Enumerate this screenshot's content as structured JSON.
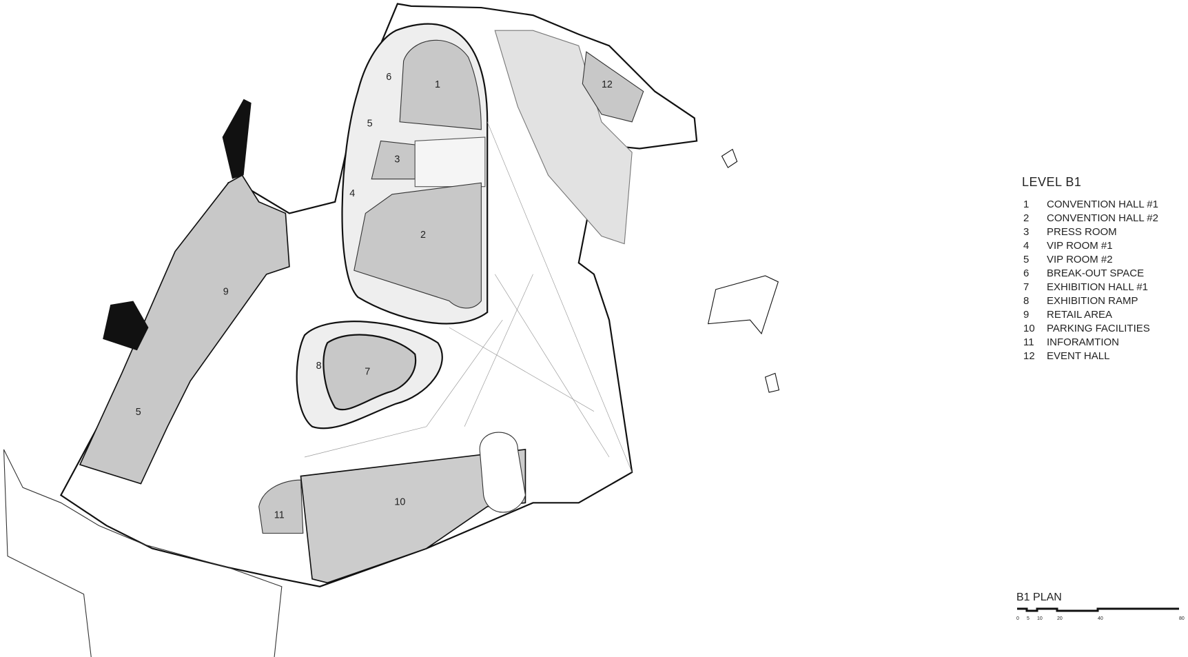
{
  "legend": {
    "title": "LEVEL B1",
    "items": [
      {
        "num": "1",
        "label": "CONVENTION HALL #1"
      },
      {
        "num": "2",
        "label": "CONVENTION HALL #2"
      },
      {
        "num": "3",
        "label": "PRESS ROOM"
      },
      {
        "num": "4",
        "label": "VIP ROOM #1"
      },
      {
        "num": "5",
        "label": "VIP ROOM #2"
      },
      {
        "num": "6",
        "label": "BREAK-OUT SPACE"
      },
      {
        "num": "7",
        "label": "EXHIBITION HALL #1"
      },
      {
        "num": "8",
        "label": "EXHIBITION RAMP"
      },
      {
        "num": "9",
        "label": "RETAIL AREA"
      },
      {
        "num": "10",
        "label": "PARKING FACILITIES"
      },
      {
        "num": "11",
        "label": "INFORAMTION"
      },
      {
        "num": "12",
        "label": "EVENT HALL"
      }
    ]
  },
  "plan_labels": {
    "r1": "1",
    "r2": "2",
    "r3": "3",
    "r4": "4",
    "r5": "5",
    "r6": "6",
    "r7": "7",
    "r8": "8",
    "r9": "9",
    "r10": "10",
    "r11": "11",
    "r12": "12",
    "r5b": "5"
  },
  "scale_bar": {
    "title": "B1 PLAN",
    "ticks": [
      "0",
      "5",
      "10",
      "20",
      "40",
      "80"
    ]
  },
  "colors": {
    "room_fill": "#c8c8c8",
    "line": "#111111",
    "background": "#ffffff"
  }
}
